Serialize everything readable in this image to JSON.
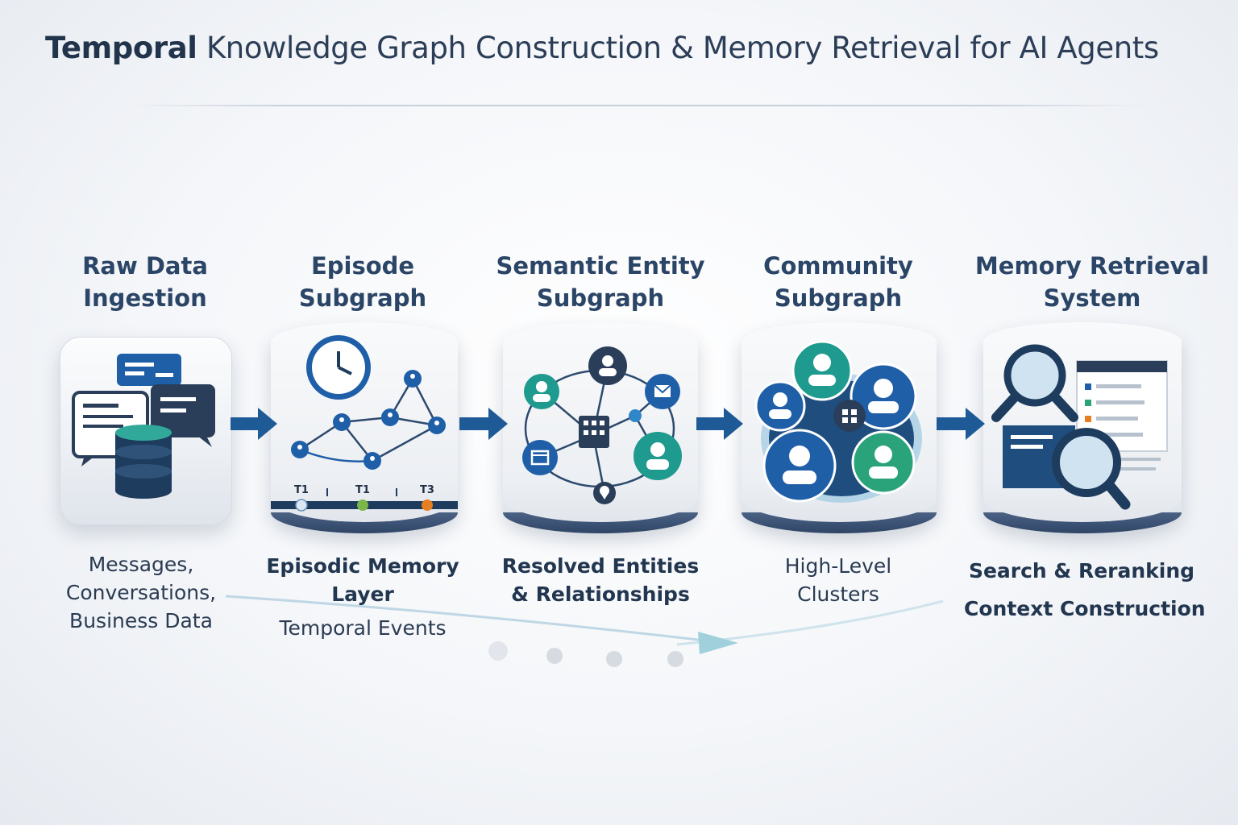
{
  "title": {
    "bold": "Temporal",
    "rest": " Knowledge Graph Construction & Memory Retrieval for AI Agents"
  },
  "stages": [
    {
      "title_lines": [
        "Raw Data",
        "Ingestion"
      ],
      "caption_lines": [
        "Messages,",
        "Conversations,",
        "Business Data"
      ]
    },
    {
      "title_lines": [
        "Episode",
        "Subgraph"
      ],
      "caption_lines": [
        "Episodic Memory",
        "Layer"
      ],
      "subcaption": "Temporal Events",
      "timeline_labels": [
        "T1",
        "T1",
        "T3"
      ]
    },
    {
      "title_lines": [
        "Semantic Entity",
        "Subgraph"
      ],
      "caption_lines": [
        "Resolved Entities",
        "& Relationships"
      ]
    },
    {
      "title_lines": [
        "Community",
        "Subgraph"
      ],
      "caption_lines": [
        "High-Level",
        "Clusters"
      ]
    },
    {
      "title_lines": [
        "Memory Retrieval",
        "System"
      ],
      "caption_lines": [
        "Search & Reranking",
        "Context Construction"
      ]
    }
  ],
  "colors": {
    "navy": "#1f4e7e",
    "teal": "#1f9a8e",
    "green": "#2aa37a",
    "dark": "#2c3e57",
    "arrow": "#1e5a96"
  },
  "icons": [
    "database-icon",
    "chat-bubble-icon",
    "clock-icon",
    "graph-icon",
    "person-icon",
    "building-icon",
    "mail-icon",
    "location-pin-icon",
    "magnifier-icon",
    "document-icon"
  ]
}
